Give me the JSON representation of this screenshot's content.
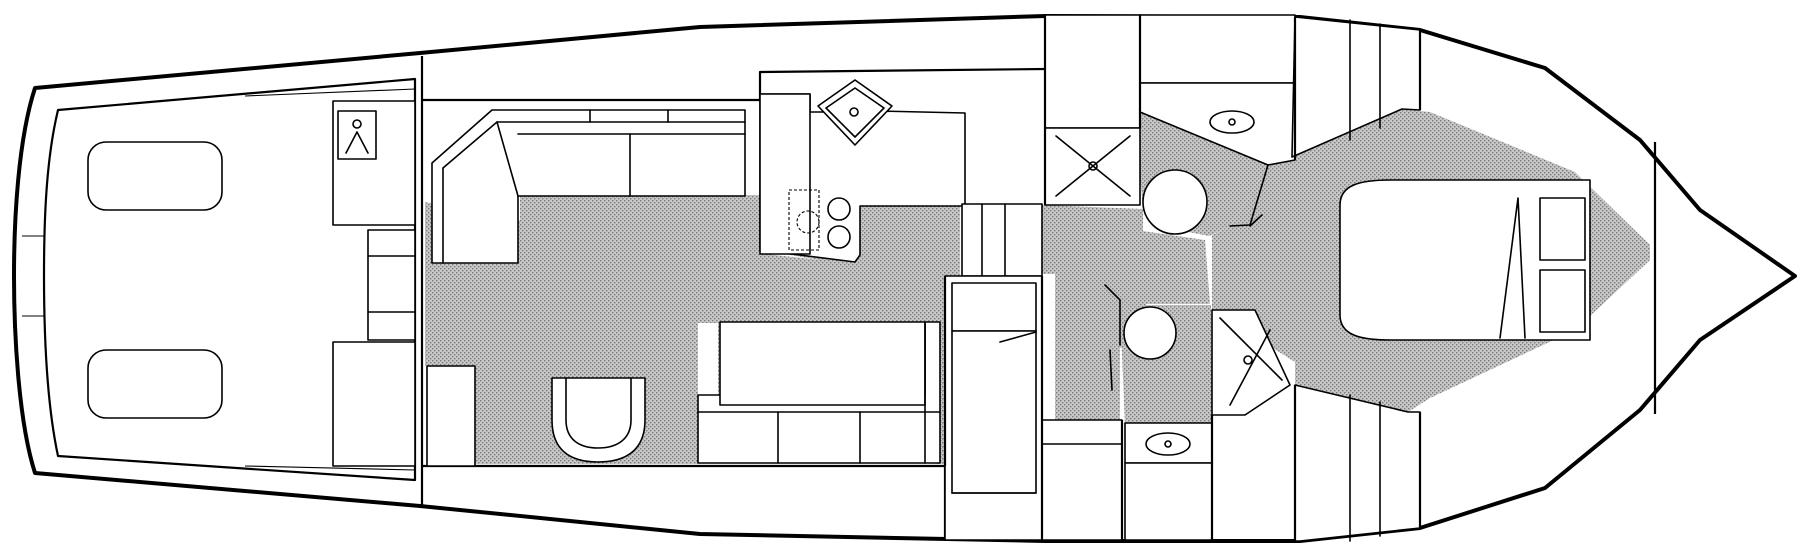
{
  "diagram": {
    "kind": "boat-floor-plan",
    "colors": {
      "line": "#000000",
      "background": "#ffffff",
      "floor_stipple_base": "#c8c8c8",
      "floor_stipple_dot": "#7a7a7a"
    },
    "regions": [
      "cockpit",
      "salon",
      "galley",
      "guest-stateroom",
      "head-aft",
      "head-forward",
      "companionway",
      "master-stateroom",
      "forepeak"
    ]
  }
}
